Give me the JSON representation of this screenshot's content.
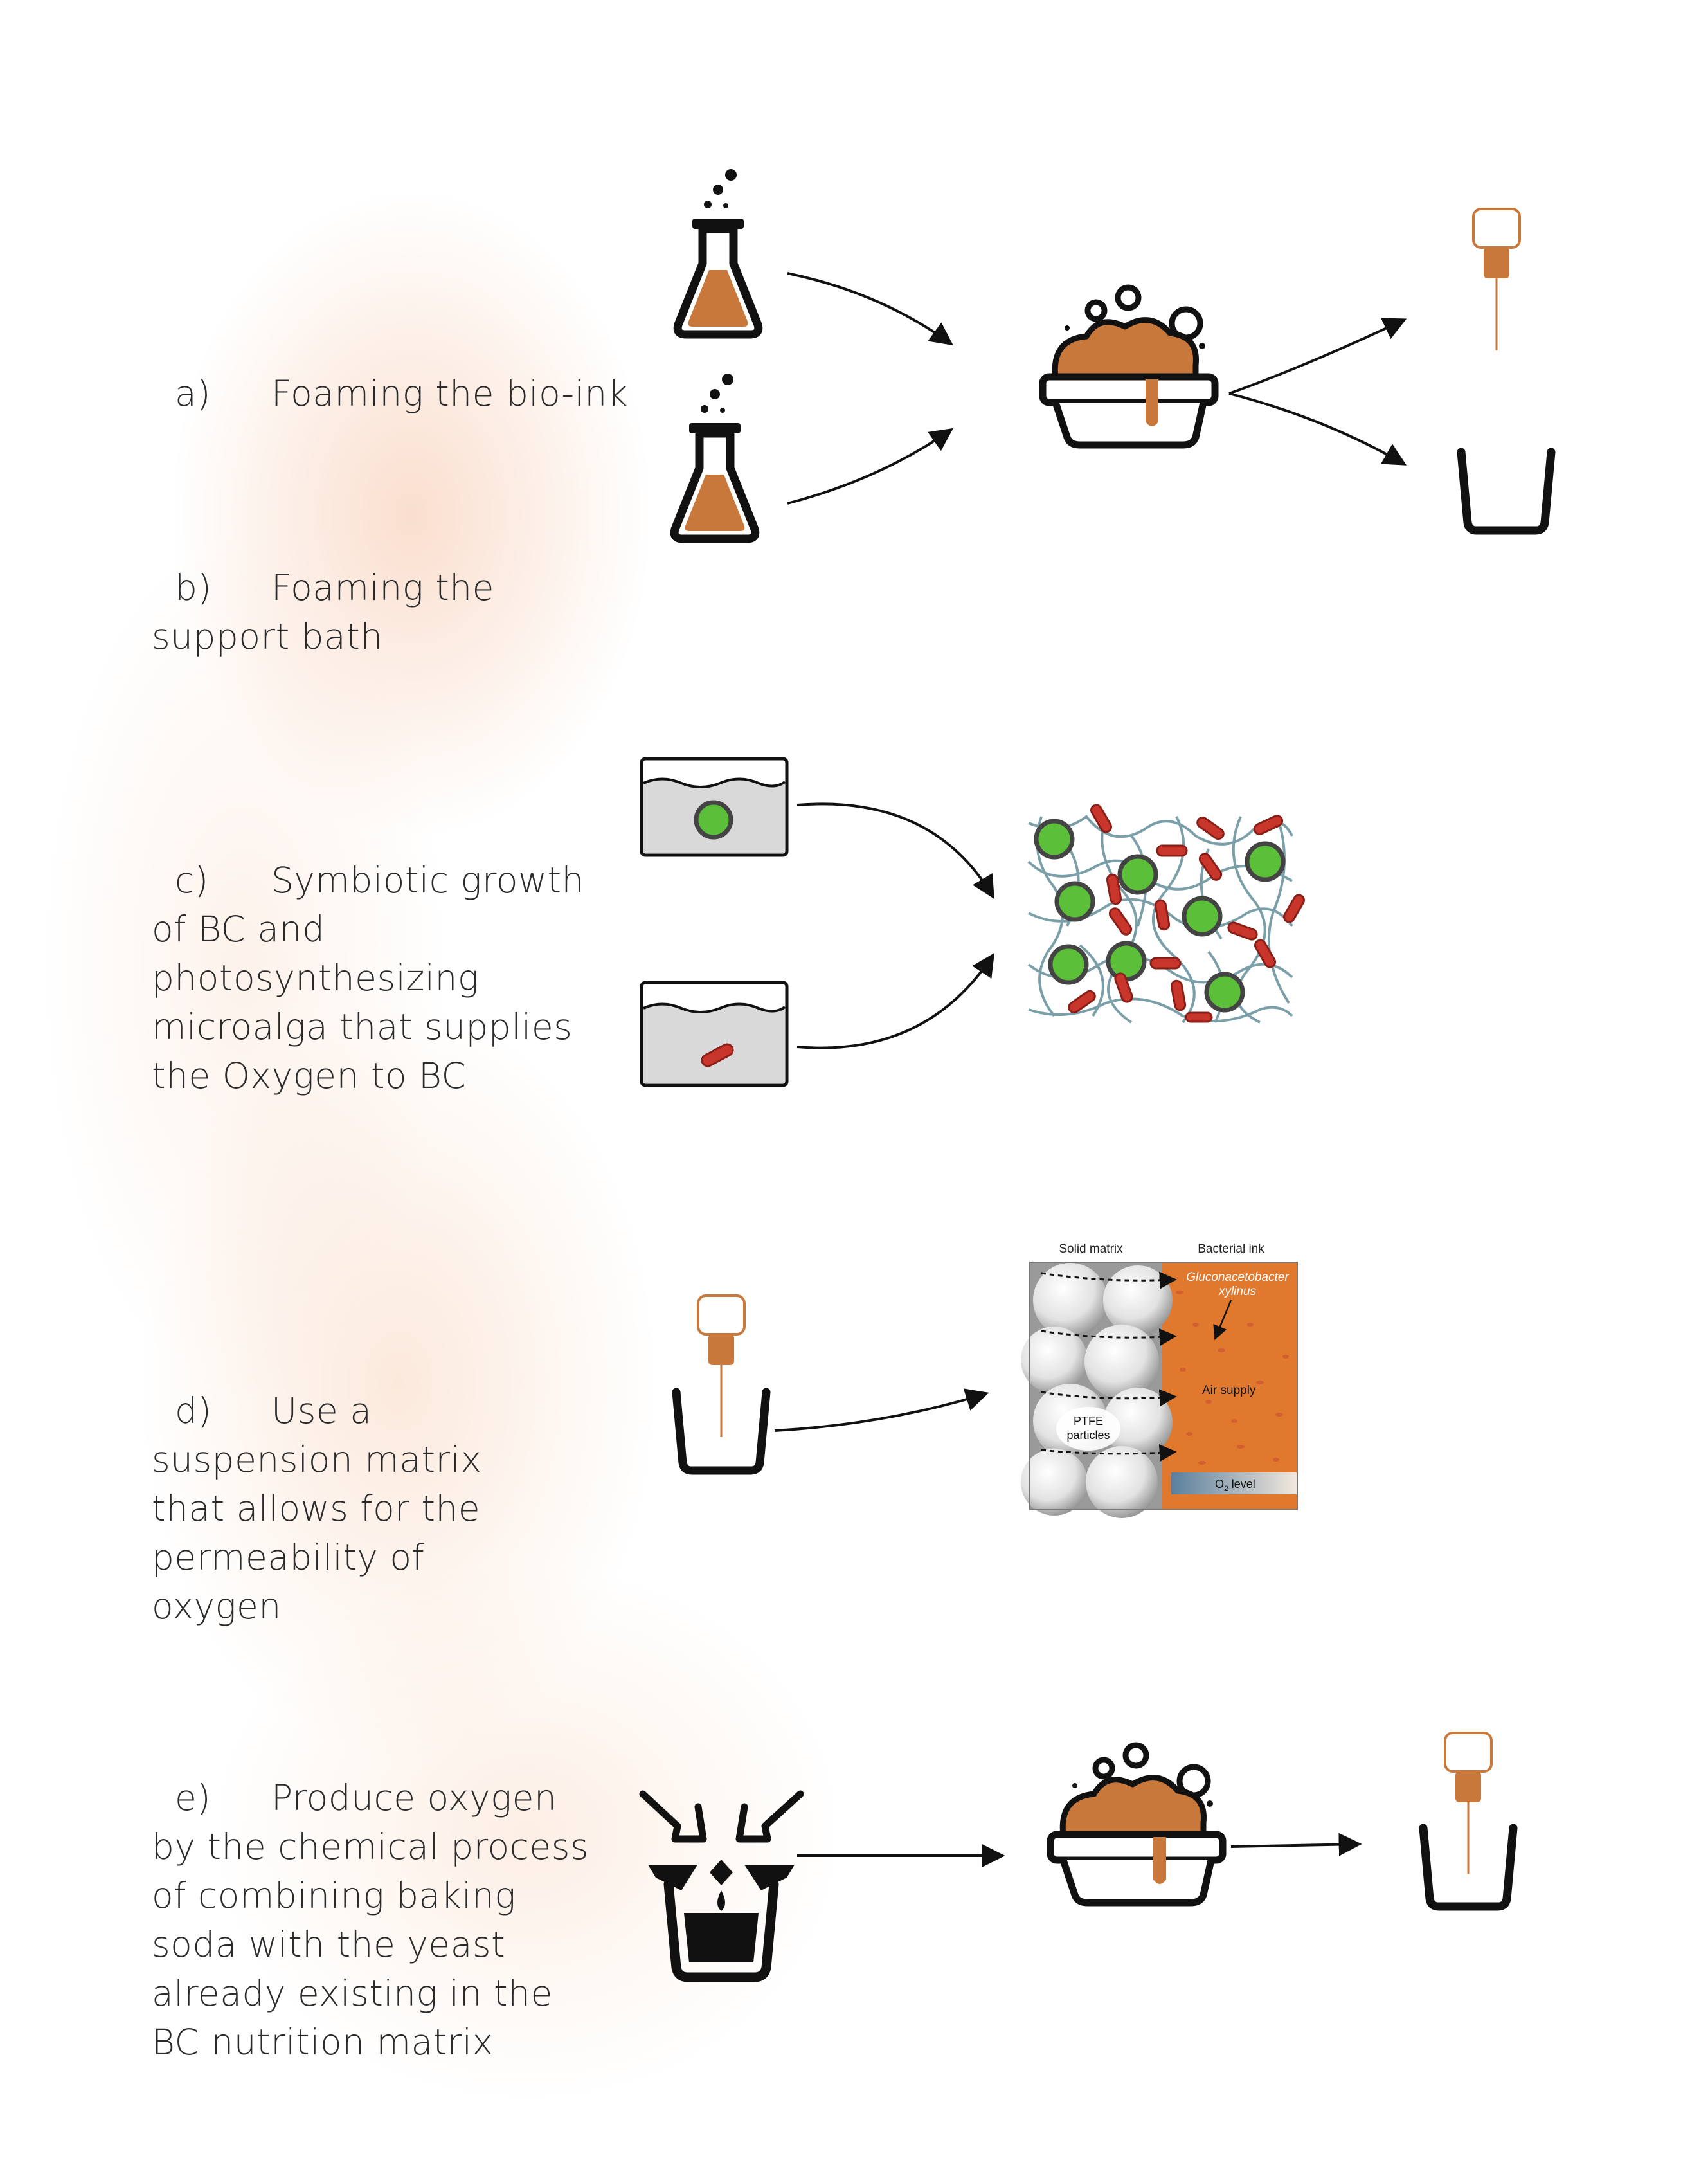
{
  "steps": {
    "a": {
      "letter": "a)",
      "text": "Foaming the bio-ink"
    },
    "b": {
      "letter": "b)",
      "text": "Foaming the support bath"
    },
    "c": {
      "letter": "c)",
      "text": "Symbiotic growth of BC and photosynthesizing microalga that supplies the Oxygen to BC"
    },
    "d": {
      "letter": "d)",
      "text": "Use a suspension matrix that allows for the permeability of oxygen"
    },
    "e": {
      "letter": "e)",
      "text": "Produce oxygen by the chemical process of combining baking soda with the yeast already existing in the BC nutrition matrix"
    }
  },
  "inset": {
    "solid_matrix": "Solid matrix",
    "bacterial_ink": "Bacterial ink",
    "species_line1": "Gluconacetobacter",
    "species_line2": "xylinus",
    "air_supply": "Air supply",
    "ptfe_line1": "PTFE",
    "ptfe_line2": "particles",
    "o2_prefix": "O",
    "o2_sub": "2",
    "o2_suffix": " level"
  },
  "colors": {
    "orange": "#c8783a",
    "dark": "#111111",
    "algae": "#5cbf3a",
    "bacteria": "#c8352b",
    "fiber": "#7a9fa8",
    "water": "#d9d9d9",
    "accent_bg": "#f6c9aa"
  },
  "icons": [
    "flask-icon",
    "foam-bowl-icon",
    "syringe-icon",
    "beaker-icon",
    "water-tank-icon",
    "bc-network-icon",
    "suspension-matrix-inset",
    "mixing-container-icon"
  ]
}
